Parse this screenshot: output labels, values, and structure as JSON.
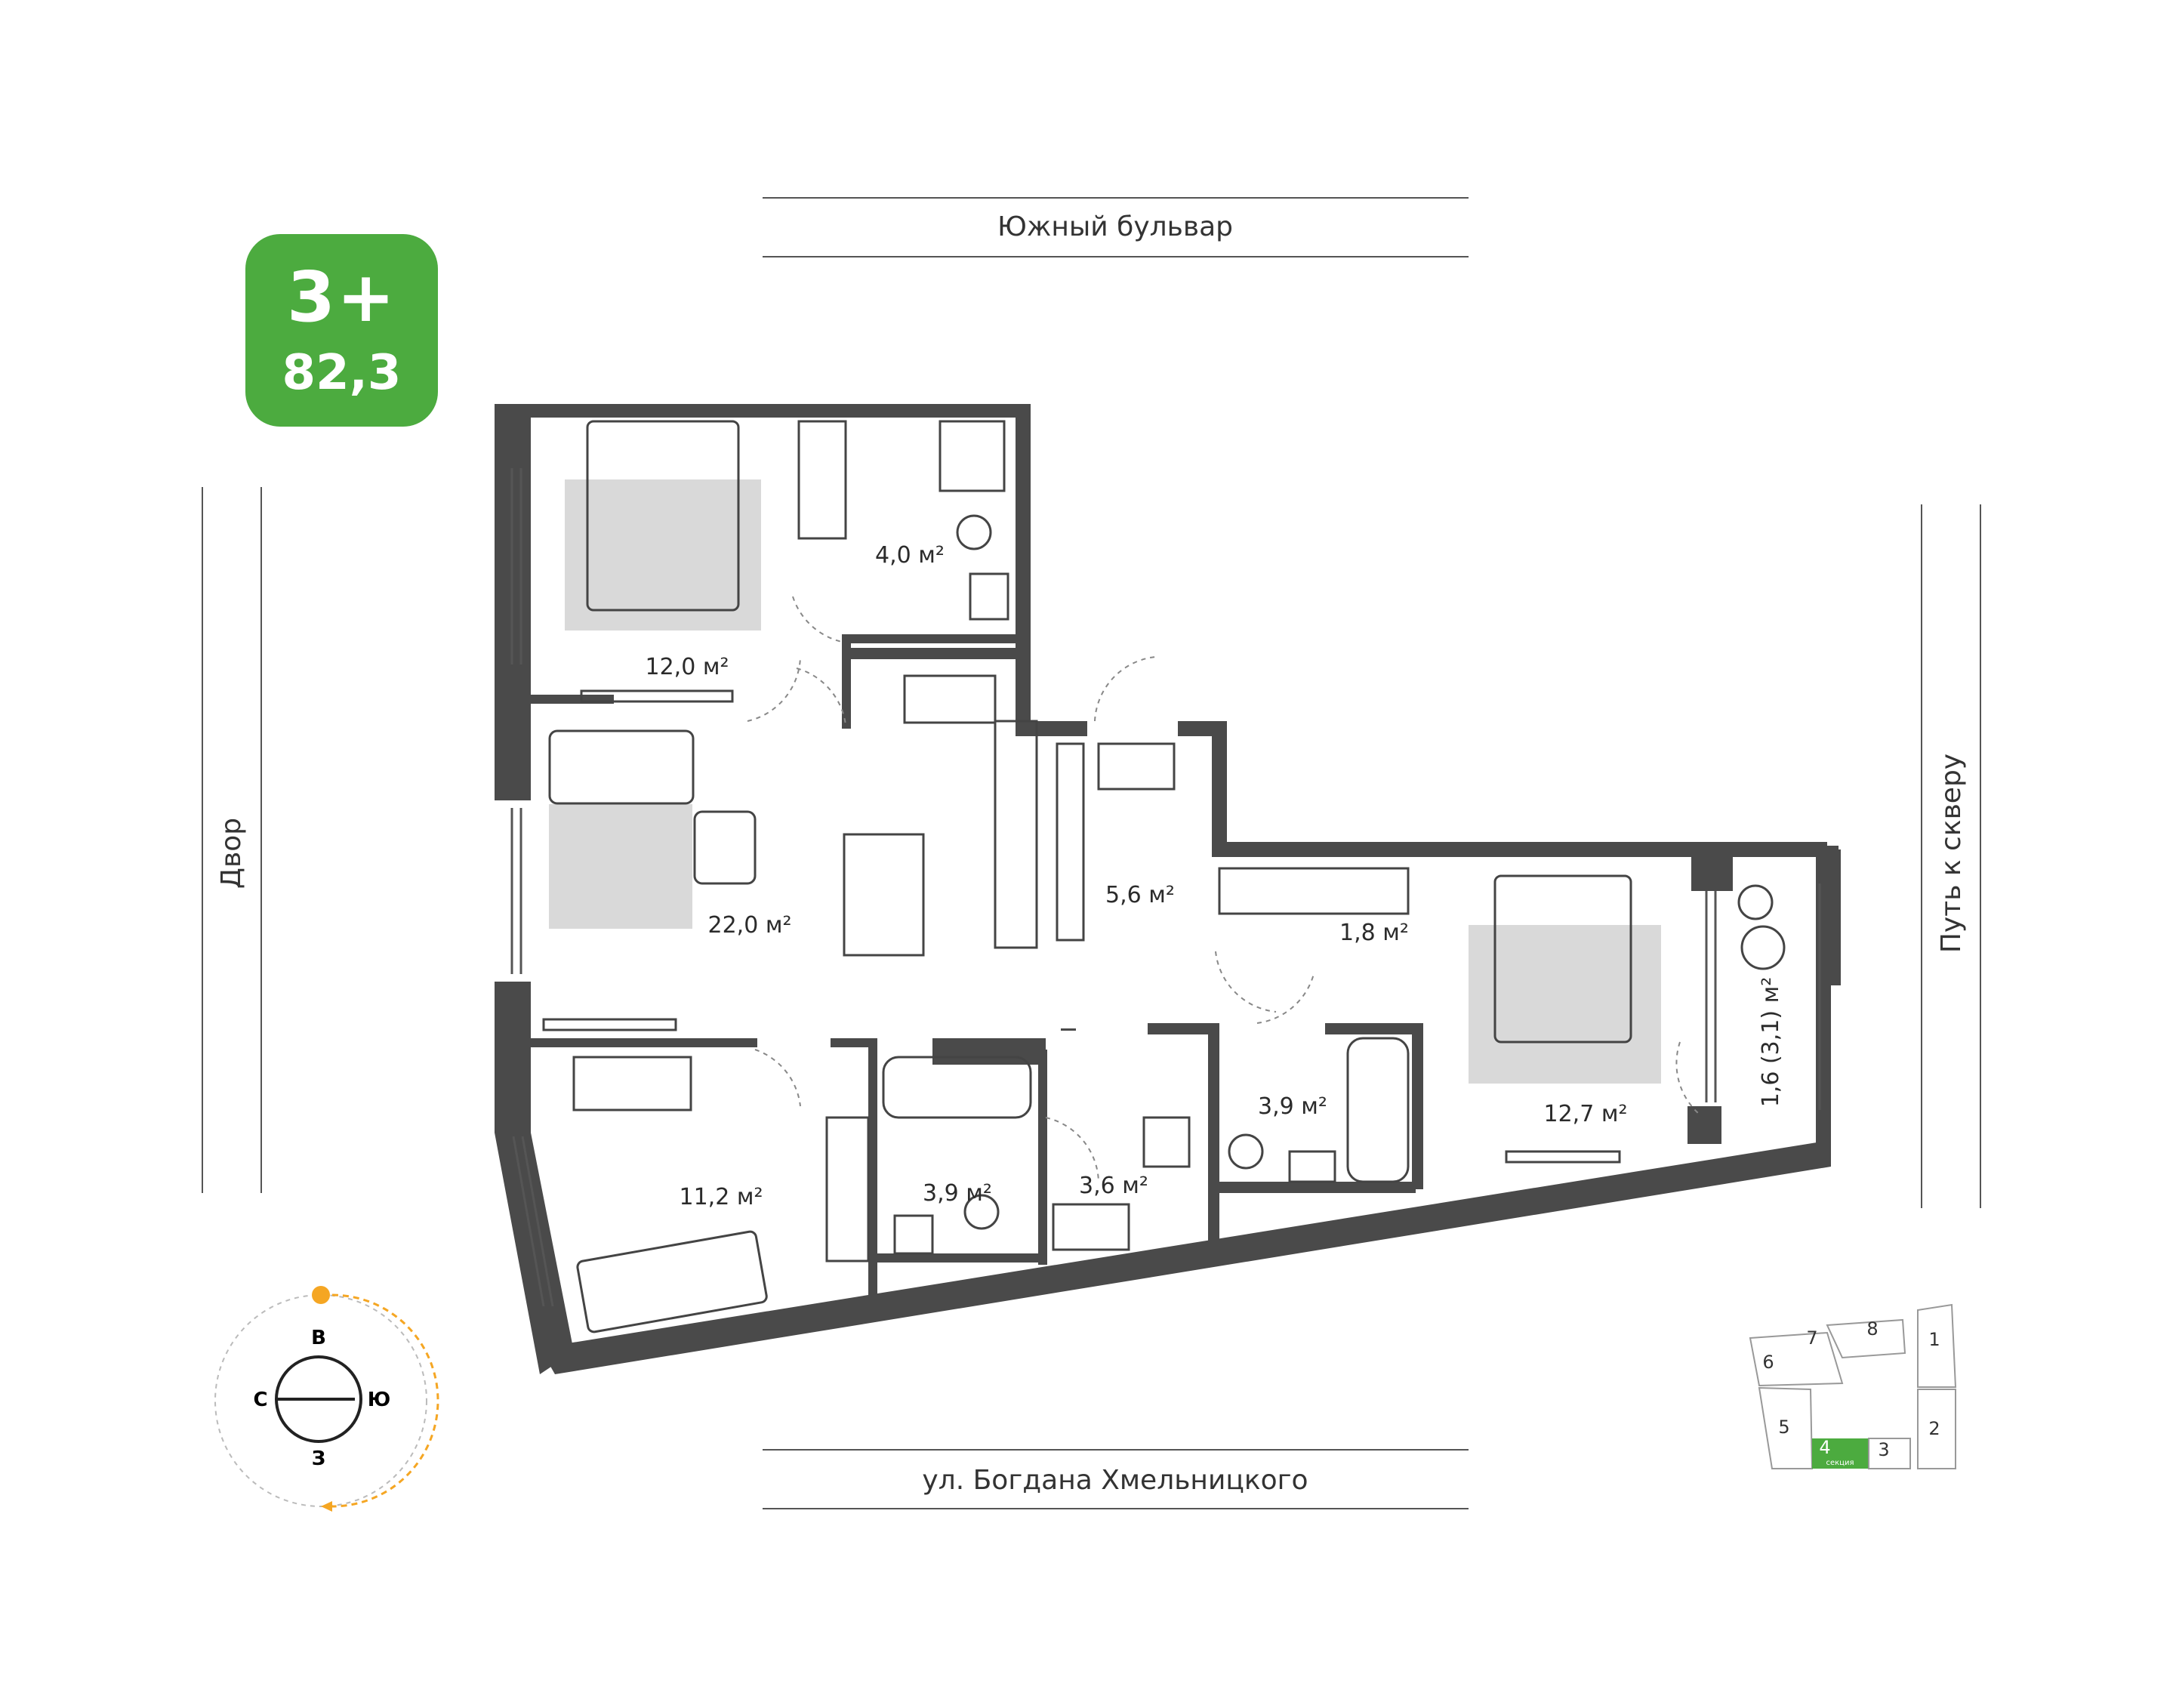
{
  "badge": {
    "rooms": "3+",
    "total_area": "82,3"
  },
  "streets": {
    "top": "Южный бульвар",
    "bottom": "ул. Богдана Хмельницкого",
    "left": "Двор",
    "right": "Путь к скверу"
  },
  "rooms": {
    "bedroom_top": "12,0 м²",
    "bathroom_top": "4,0 м²",
    "living_kitchen": "22,0 м²",
    "hall": "5,6 м²",
    "wardrobe": "1,8 м²",
    "bedroom_right": "12,7 м²",
    "balcony": "1,6 (3,1) м²",
    "bedroom_bottom": "11,2 м²",
    "bathroom_bottom": "3,9 м²",
    "corridor": "3,6 м²",
    "bathroom_right": "3,9 м²"
  },
  "compass": {
    "north": "С",
    "east": "В",
    "south": "Ю",
    "west": "З"
  },
  "key_plan": {
    "sections": [
      "1",
      "2",
      "3",
      "4",
      "5",
      "6",
      "7",
      "8"
    ],
    "section_word": "секция",
    "active_section": "4"
  },
  "colors": {
    "accent": "#4cab3f",
    "wall": "#4a4a4a",
    "sun": "#f5a623",
    "rug": "#d9d9d9"
  }
}
